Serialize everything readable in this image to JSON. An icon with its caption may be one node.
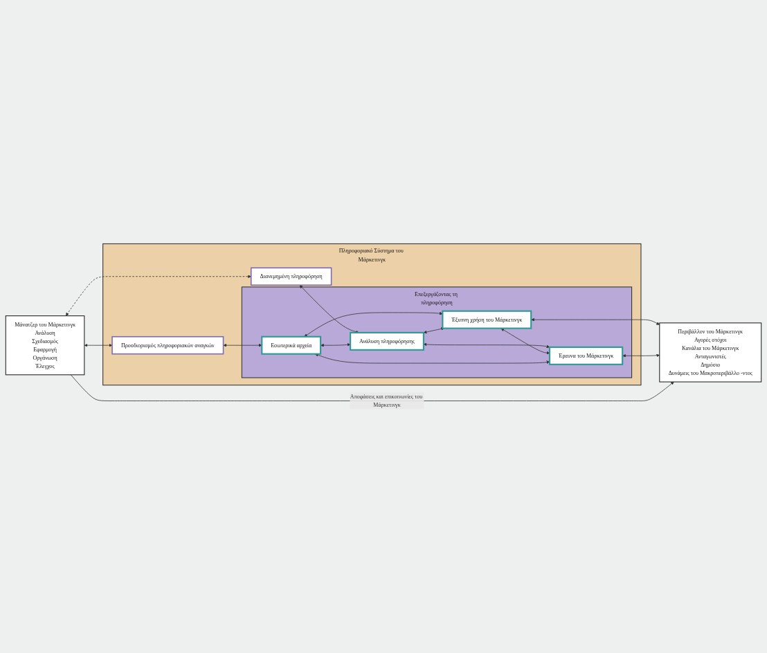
{
  "diagram": {
    "nodes": [
      {
        "text": [
          "Μάνατζερ του Μάρκετινγκ",
          "Ανάλυση",
          "Σχεδιασμός",
          "Εφαρμογή",
          "Οργάνωση",
          "Έλεγχος"
        ]
      },
      {
        "text": [
          "Πληροφοριακό Σύστημα του Μάρκετινγκ"
        ]
      },
      {
        "text": [
          "Προσδιορισμός πληροφοριακών αναγκών"
        ],
        "in": 1
      },
      {
        "text": [
          "Διανεμημένη πληροφόρηση"
        ],
        "in": 1
      },
      {
        "text": [
          "Επεξεργάζοντας τη πληροφόρηση"
        ],
        "in": 1
      },
      {
        "text": [
          "Εσωτερικά αρχεία"
        ],
        "in": 4
      },
      {
        "text": [
          "Έξυπνη χρήση του Μάρκετινγκ"
        ],
        "in": 4
      },
      {
        "text": [
          "Ανάλυση πληροφόρησης"
        ],
        "in": 4
      },
      {
        "text": [
          "Έρευνα του Μάρκετινγκ"
        ],
        "in": 4
      },
      {
        "text": [
          "Περιβάλλον του Μάρκετινγκ",
          "Αγορές στόχοι",
          "Κανάλια του Μάρκετινγκ",
          "Ανταγωνιστές",
          "Δημόσιο",
          "Δυνάμεις του Μακροπεριβάλλο -ντος"
        ]
      }
    ],
    "edges": [
      {
        "from": 0,
        "to": 2,
        "arrow": "both"
      },
      {
        "from": 0,
        "to": 3,
        "arrow": "both",
        "style": "dashed"
      },
      {
        "from": 2,
        "to": 5,
        "arrow": "both"
      },
      {
        "from": 3,
        "to": 7,
        "arrow": "both"
      },
      {
        "from": 5,
        "to": 6,
        "arrow": "both"
      },
      {
        "from": 7,
        "to": 8,
        "arrow": "both"
      },
      {
        "from": 5,
        "to": 7,
        "arrow": "both"
      },
      {
        "from": 6,
        "to": 8,
        "arrow": "both"
      },
      {
        "from": 5,
        "to": 8,
        "arrow": "both"
      },
      {
        "from": 7,
        "to": 6,
        "arrow": "both"
      },
      {
        "from": 6,
        "to": 9,
        "arrow": "both"
      },
      {
        "from": 8,
        "to": 9,
        "arrow": "both"
      },
      {
        "from": 0,
        "to": 9,
        "arrow": "to",
        "label": "Αποφάσεις και επικοινωνίες του Μάρκετινγκ"
      }
    ]
  }
}
